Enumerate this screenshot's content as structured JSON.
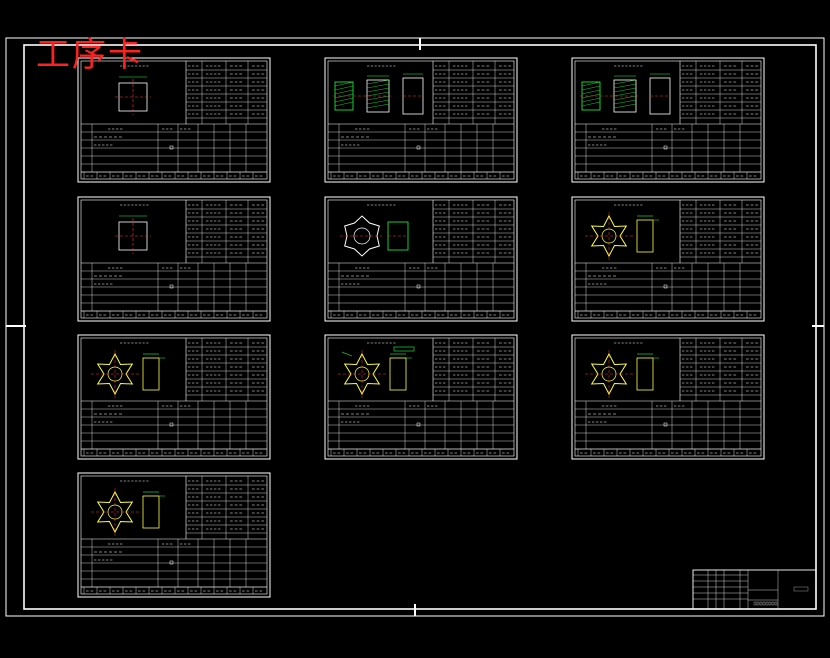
{
  "drawing": {
    "title": "工序卡",
    "colors": {
      "background": "#000000",
      "frame": "#ffffff",
      "title": "#ff2020",
      "part_outline": "#ffff40",
      "dimension": "#20ff40",
      "centerline": "#ff3030",
      "hatch": "#20ff40"
    }
  },
  "cards": [
    {
      "view": "rect"
    },
    {
      "view": "triple-section"
    },
    {
      "view": "triple-section"
    },
    {
      "view": "rect"
    },
    {
      "view": "spline-round"
    },
    {
      "view": "star"
    },
    {
      "view": "star"
    },
    {
      "view": "star-dimensioned"
    },
    {
      "view": "star"
    },
    {
      "view": "star"
    }
  ],
  "icons": {
    "frame_marks": "center-tick-icon"
  }
}
